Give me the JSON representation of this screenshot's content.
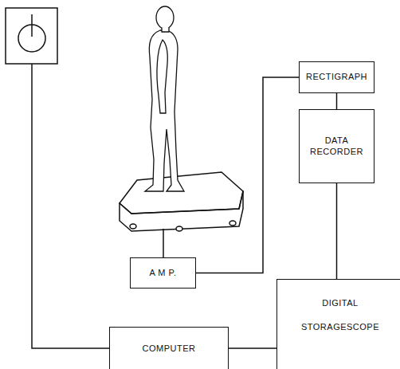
{
  "diagram": {
    "nodes": [
      {
        "text": [
          "RECTIGRAPH"
        ]
      },
      {
        "text": [
          "DATA RECORDER"
        ]
      },
      {
        "text": [
          "A M P."
        ]
      },
      {
        "text": [
          "DIGITAL STORAGESCOPE"
        ]
      },
      {
        "text": [
          "COMPUTER"
        ]
      }
    ],
    "edges": [
      {
        "from": 2,
        "to": 0,
        "arrow": "none"
      },
      {
        "from": 0,
        "to": 1,
        "arrow": "none"
      },
      {
        "from": 1,
        "to": 3,
        "arrow": "none"
      },
      {
        "from": 4,
        "to": 3,
        "arrow": "none"
      }
    ]
  }
}
